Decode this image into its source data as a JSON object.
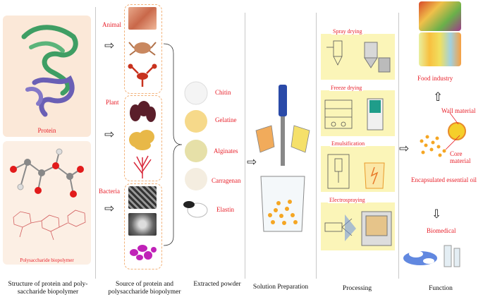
{
  "columns": {
    "structure": {
      "caption": "Structure of protein and poly-saccharide biopolymer",
      "protein_label": "Protein",
      "polysaccharide_label": "Polysaccharide biopolymer"
    },
    "source": {
      "caption": "Source of protein and polysaccharide biopolymer",
      "groups": [
        "Animal",
        "Plant",
        "Bacteria"
      ]
    },
    "powder": {
      "caption": "Extracted powder",
      "items": [
        "Chitin",
        "Gelatine",
        "Alginates",
        "Carragenan",
        "Elastin"
      ]
    },
    "solution": {
      "caption": "Solution Preparation"
    },
    "processing": {
      "caption": "Processing",
      "methods": [
        "Spray drying",
        "Freeze drying",
        "Emulsification",
        "Electrospraying"
      ]
    },
    "function": {
      "caption": "Function",
      "food": "Food industry",
      "wall": "Wall material",
      "core": "Core material",
      "encapsulated": "Encapsulated essential oil",
      "biomedical": "Biomedical"
    }
  },
  "colors": {
    "label_red": "#e8202a",
    "panel_peach": "#fbe8d8",
    "dash_orange": "#f2b27a",
    "process_yellow": "#fbf5b8",
    "bead_orange": "#f5a623"
  }
}
